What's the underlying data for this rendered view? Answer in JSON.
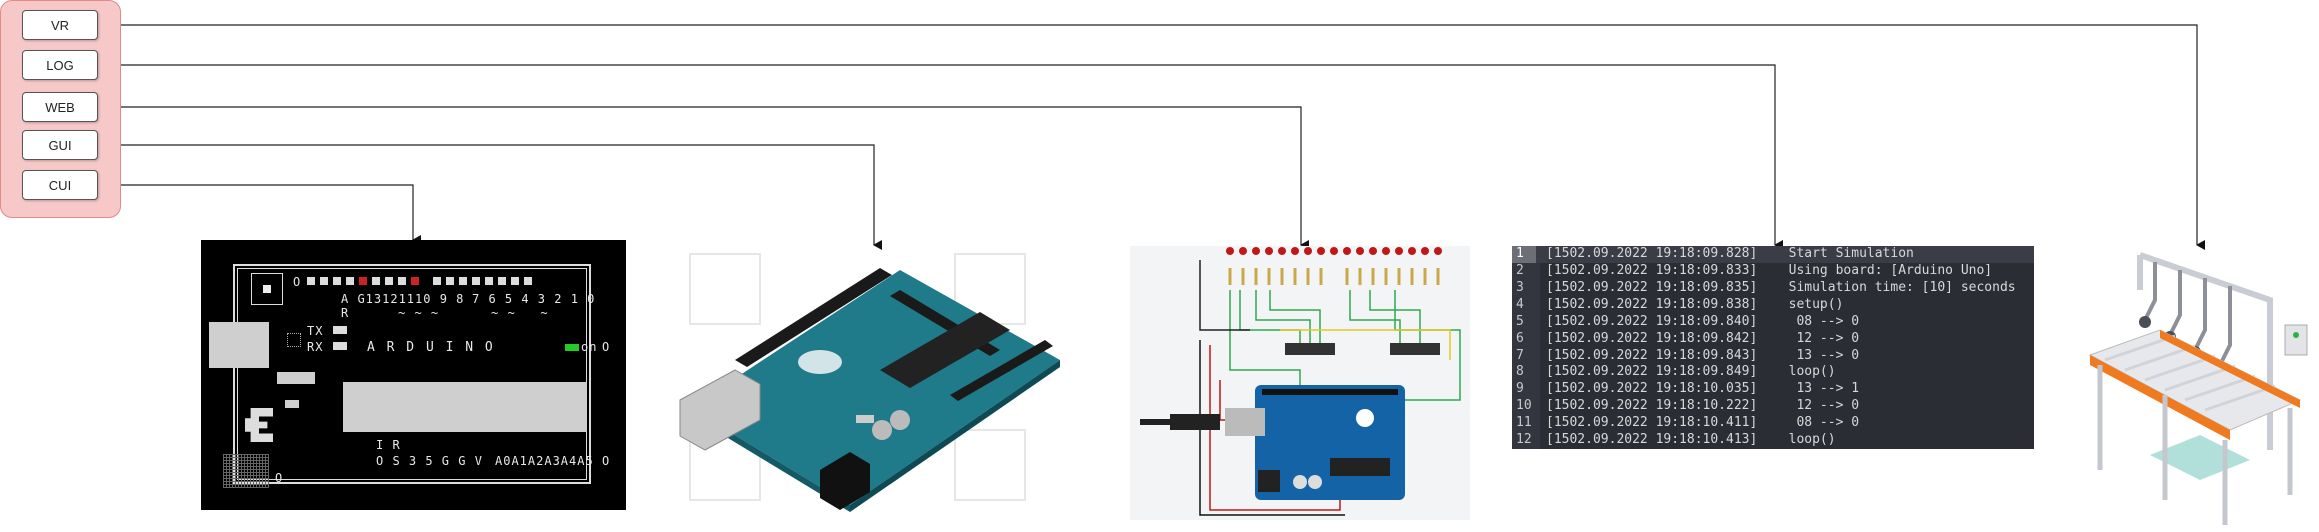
{
  "modes": [
    {
      "label": "VR"
    },
    {
      "label": "LOG"
    },
    {
      "label": "WEB"
    },
    {
      "label": "GUI"
    },
    {
      "label": "CUI"
    }
  ],
  "cui": {
    "pin_row_left": "O",
    "pin_labels_top": "A G13121110 9 8",
    "pin_labels_top2": "7 6 5 4 3 2 1 0",
    "aref_r": "R",
    "tilde1": "~ ~ ~",
    "tilde2": "~ ~   ~",
    "tx": "TX",
    "rx": "RX",
    "board_name": "A R D U I N O",
    "on_label": "on",
    "right_o": "O",
    "ir": "I R",
    "power_pins": "O S 3 5 G G V",
    "analog_pins": "A0A1A2A3A4A5",
    "corner_o": "O"
  },
  "log": {
    "lines": [
      {
        "num": "1",
        "text": "[1502.09.2022 19:18:09.828]    Start Simulation"
      },
      {
        "num": "2",
        "text": "[1502.09.2022 19:18:09.833]    Using board: [Arduino Uno]"
      },
      {
        "num": "3",
        "text": "[1502.09.2022 19:18:09.835]    Simulation time: [10] seconds"
      },
      {
        "num": "4",
        "text": "[1502.09.2022 19:18:09.838]    setup()"
      },
      {
        "num": "5",
        "text": "[1502.09.2022 19:18:09.840]     08 --> 0"
      },
      {
        "num": "6",
        "text": "[1502.09.2022 19:18:09.842]     12 --> 0"
      },
      {
        "num": "7",
        "text": "[1502.09.2022 19:18:09.843]     13 --> 0"
      },
      {
        "num": "8",
        "text": "[1502.09.2022 19:18:09.849]    loop()"
      },
      {
        "num": "9",
        "text": "[1502.09.2022 19:18:10.035]     13 --> 1"
      },
      {
        "num": "10",
        "text": "[1502.09.2022 19:18:10.222]     12 --> 0"
      },
      {
        "num": "11",
        "text": "[1502.09.2022 19:18:10.411]     08 --> 0"
      },
      {
        "num": "12",
        "text": "[1502.09.2022 19:18:10.413]    loop()"
      }
    ]
  },
  "colors": {
    "group_fill": "#f7c8c8",
    "group_stroke": "#e08a8a",
    "board_teal": "#1d7f8c",
    "terminal_bg": "#2b2d35",
    "led_red": "#cc2222",
    "led_green": "#22cc22"
  }
}
